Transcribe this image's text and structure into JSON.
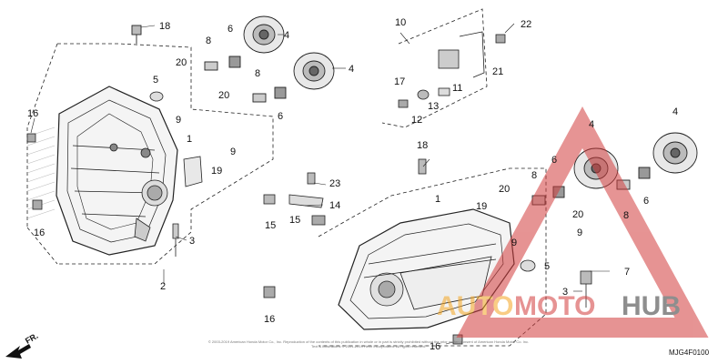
{
  "diagram": {
    "code": "MJG4F0100",
    "direction_label": "FR.",
    "copyright": "© 2003-2019 American Honda Motor Co., Inc. Reproduction of the contents of this publication in whole or in part is strictly prohibited without the prior written consent of American Honda Motor Co. Inc. Text & Illustrations © 2001-2019 Helm Incorporated. All rights reserved.",
    "watermark": {
      "word_a": "AUTO",
      "word_b": "MOTO",
      "word_c": "HUB",
      "color_a": "#f5a623",
      "color_b": "#d23c3c",
      "color_c": "#333333"
    },
    "callouts": [
      {
        "n": "18"
      },
      {
        "n": "20"
      },
      {
        "n": "8"
      },
      {
        "n": "6"
      },
      {
        "n": "4"
      },
      {
        "n": "4"
      },
      {
        "n": "5"
      },
      {
        "n": "9"
      },
      {
        "n": "20"
      },
      {
        "n": "8"
      },
      {
        "n": "6"
      },
      {
        "n": "16"
      },
      {
        "n": "1"
      },
      {
        "n": "19"
      },
      {
        "n": "9"
      },
      {
        "n": "15"
      },
      {
        "n": "16"
      },
      {
        "n": "3"
      },
      {
        "n": "2"
      },
      {
        "n": "10"
      },
      {
        "n": "22"
      },
      {
        "n": "21"
      },
      {
        "n": "17"
      },
      {
        "n": "12"
      },
      {
        "n": "13"
      },
      {
        "n": "11"
      },
      {
        "n": "18"
      },
      {
        "n": "23"
      },
      {
        "n": "14"
      },
      {
        "n": "15"
      },
      {
        "n": "1"
      },
      {
        "n": "19"
      },
      {
        "n": "20"
      },
      {
        "n": "8"
      },
      {
        "n": "6"
      },
      {
        "n": "4"
      },
      {
        "n": "4"
      },
      {
        "n": "8"
      },
      {
        "n": "6"
      },
      {
        "n": "20"
      },
      {
        "n": "9"
      },
      {
        "n": "9"
      },
      {
        "n": "5"
      },
      {
        "n": "7"
      },
      {
        "n": "3"
      },
      {
        "n": "16"
      },
      {
        "n": "16"
      }
    ]
  }
}
